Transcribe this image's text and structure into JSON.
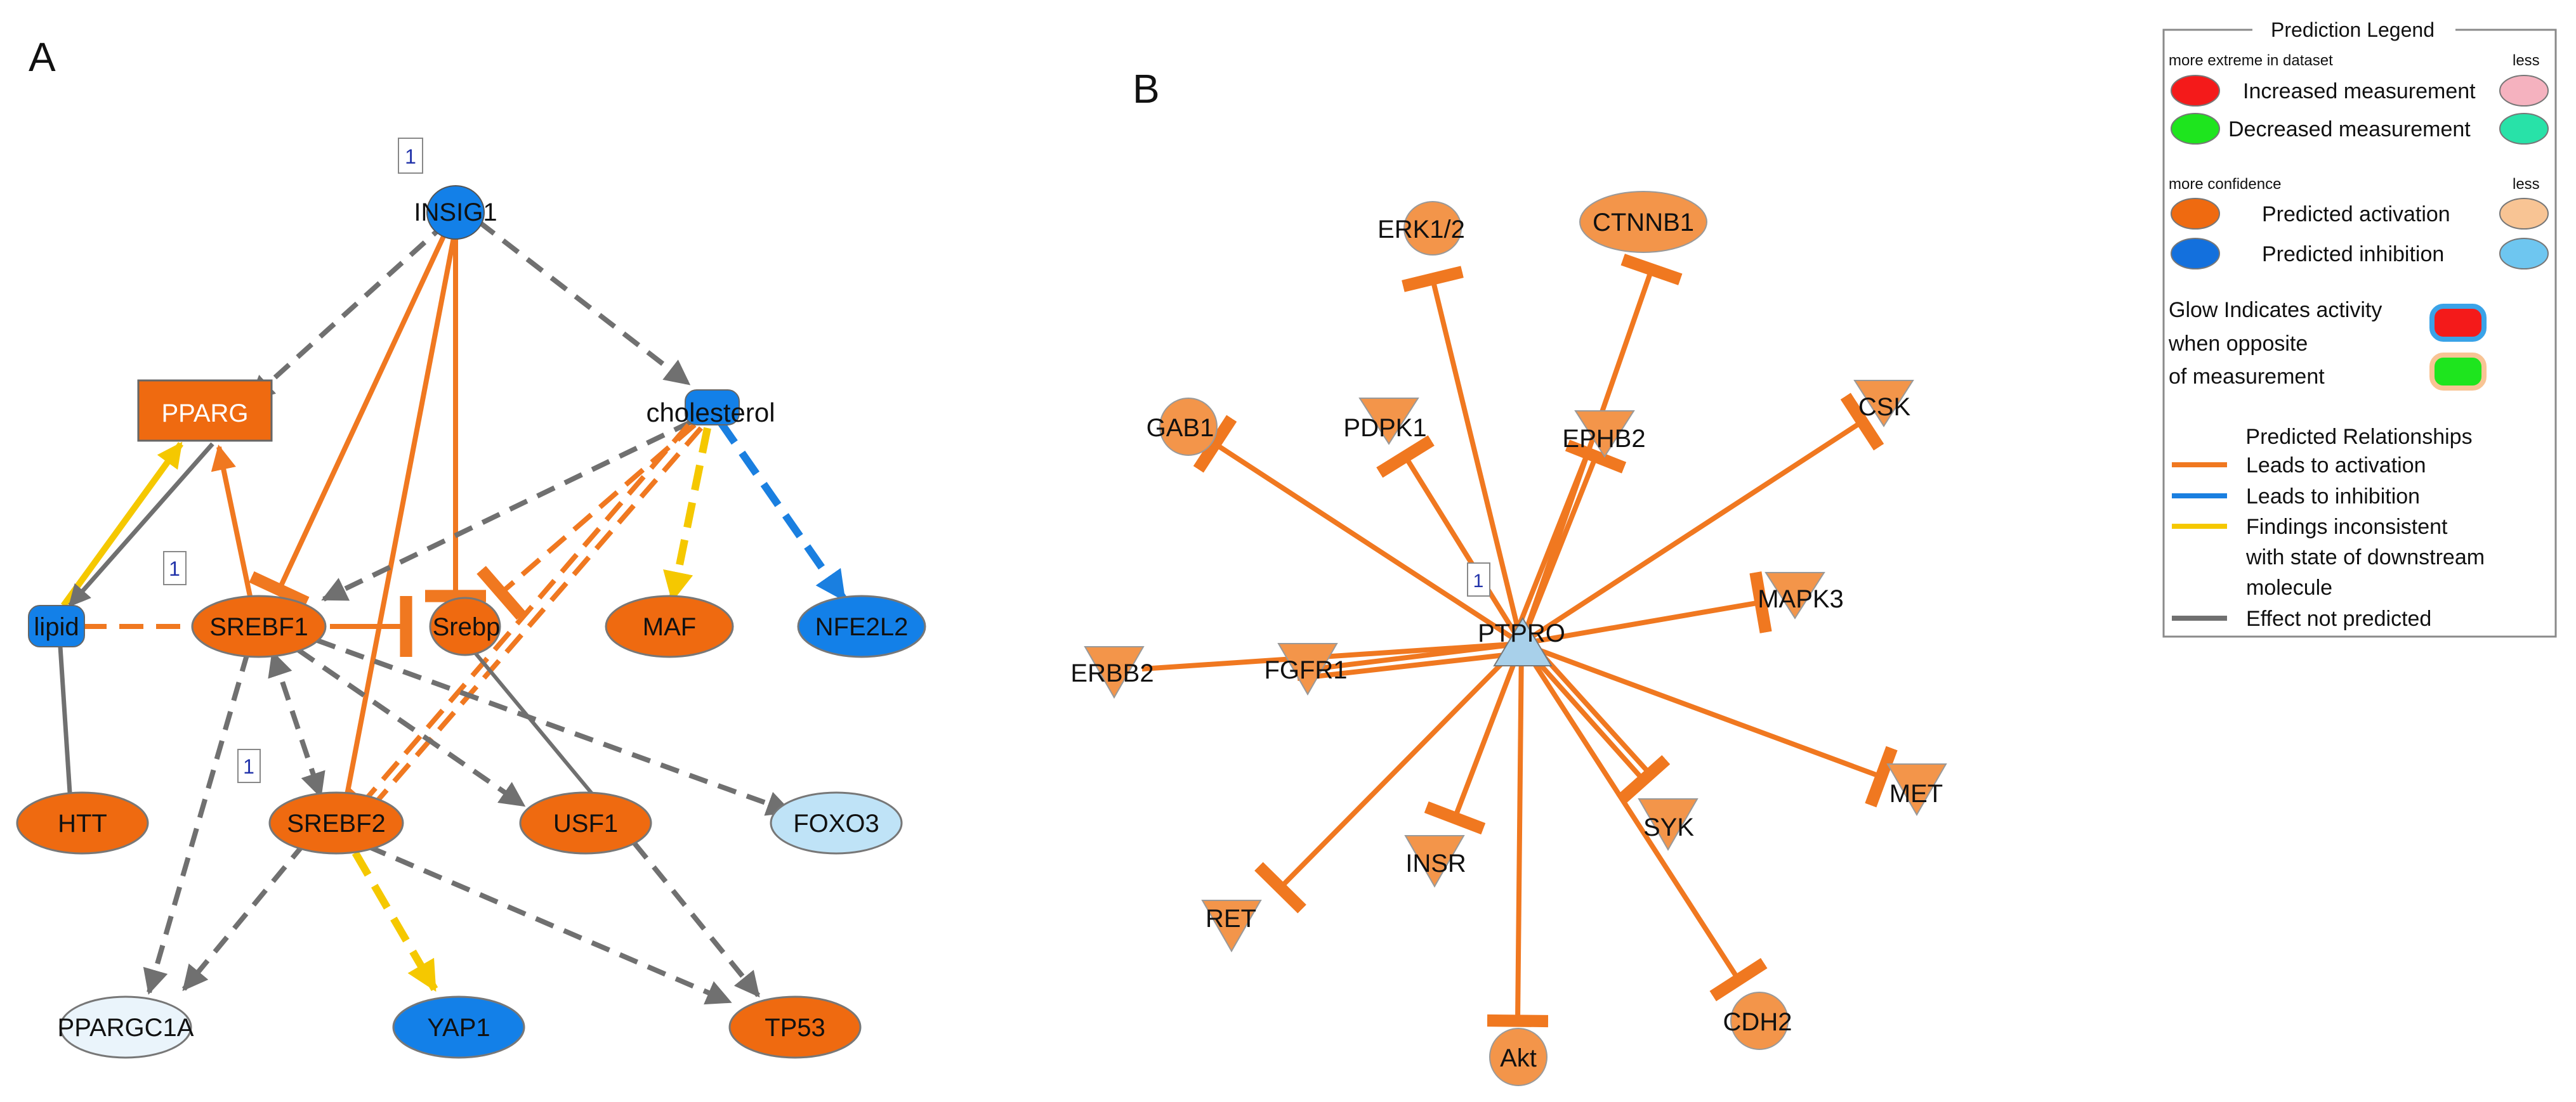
{
  "panel_a": {
    "label": "A",
    "nodes": {
      "insig1": "INSIG1",
      "pparg": "PPARG",
      "cholesterol": "cholesterol",
      "lipid": "lipid",
      "srebf1": "SREBF1",
      "srebp": "Srebp",
      "maf": "MAF",
      "nfe2l2": "NFE2L2",
      "htt": "HTT",
      "srebf2": "SREBF2",
      "usf1": "USF1",
      "foxo3": "FOXO3",
      "ppargc1a": "PPARGC1A",
      "yap1": "YAP1",
      "tp53": "TP53"
    },
    "badges": {
      "b1": "1",
      "b2": "1",
      "b3": "1"
    }
  },
  "panel_b": {
    "label": "B",
    "nodes": {
      "ptpro": "PTPRO",
      "erk12": "ERK1/2",
      "ctnnb1": "CTNNB1",
      "gab1": "GAB1",
      "pdpk1": "PDPK1",
      "ephb2": "EPHB2",
      "csk": "CSK",
      "mapk3": "MAPK3",
      "erbb2": "ERBB2",
      "fgfr1": "FGFR1",
      "met": "MET",
      "syk": "SYK",
      "insr": "INSR",
      "ret": "RET",
      "cdh2": "CDH2",
      "akt": "Akt"
    },
    "badges": {
      "b1": "1"
    }
  },
  "legend": {
    "title": "Prediction Legend",
    "extreme_label": "more extreme in dataset",
    "less_label_1": "less",
    "increased": "Increased measurement",
    "decreased": "Decreased measurement",
    "confidence_label": "more confidence",
    "less_label_2": "less",
    "activation": "Predicted activation",
    "inhibition": "Predicted inhibition",
    "glow_line1": "Glow Indicates activity",
    "glow_line2": "when opposite",
    "glow_line3": "of measurement",
    "relationships_title": "Predicted Relationships",
    "rel_activation": "Leads to activation",
    "rel_inhibition": "Leads to inhibition",
    "rel_inconsistent_1": "Findings inconsistent",
    "rel_inconsistent_2": "with state of downstream",
    "rel_inconsistent_3": "molecule",
    "rel_not_predicted": "Effect not predicted"
  },
  "colors": {
    "activation_strong": "#ef6a10",
    "activation_light": "#f3954a",
    "inhibition_strong": "#1380e8",
    "inhibition_light": "#bfe3f7",
    "increased": "#f41a1a",
    "decreased": "#1ee51e",
    "line_activation": "#f07820",
    "line_inhibition": "#1a7fe0",
    "line_inconsistent": "#f5c800",
    "line_neutral": "#707070"
  }
}
